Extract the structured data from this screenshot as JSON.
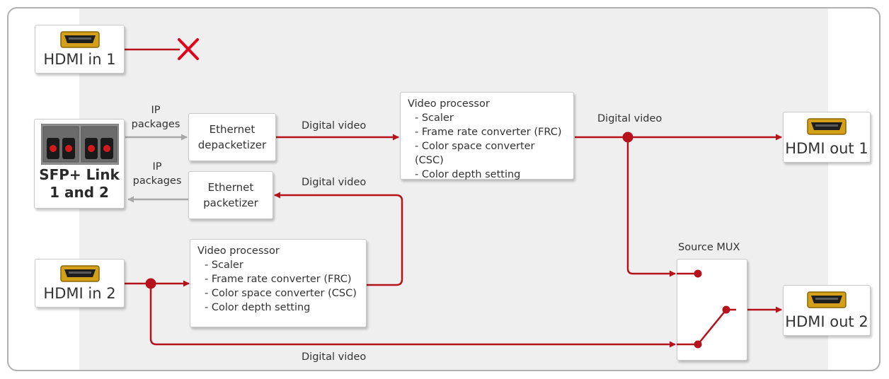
{
  "ports": {
    "hdmi_in_1": "HDMI in 1",
    "hdmi_in_2": "HDMI in 2",
    "hdmi_out_1": "HDMI out 1",
    "hdmi_out_2": "HDMI out 2",
    "sfp_line1": "SFP+ Link",
    "sfp_line2": "1 and 2"
  },
  "blocks": {
    "depacketizer_l1": "Ethernet",
    "depacketizer_l2": "depacketizer",
    "packetizer_l1": "Ethernet",
    "packetizer_l2": "packetizer"
  },
  "video_processor_1": {
    "title": "Video processor",
    "items": [
      "- Scaler",
      "- Frame rate converter (FRC)",
      "- Color space converter (CSC)",
      "- Color depth setting"
    ]
  },
  "video_processor_2": {
    "title": "Video processor",
    "items": [
      "- Scaler",
      "- Frame rate converter (FRC)",
      "- Color space converter (CSC)",
      "- Color depth setting"
    ]
  },
  "mux": {
    "label": "Source MUX"
  },
  "labels": {
    "ip_top_l1": "IP",
    "ip_top_l2": "packages",
    "ip_bottom_l1": "IP",
    "ip_bottom_l2": "packages",
    "dv_depacketizer_to_vp": "Digital video",
    "dv_vp_out": "Digital video",
    "dv_to_packetizer": "Digital video",
    "dv_bottom": "Digital video"
  },
  "colors": {
    "signal": "#b5121b",
    "ip_link": "#a8a8a8",
    "disabled_mark": "#e2001a",
    "background_panel": "#efefef"
  }
}
